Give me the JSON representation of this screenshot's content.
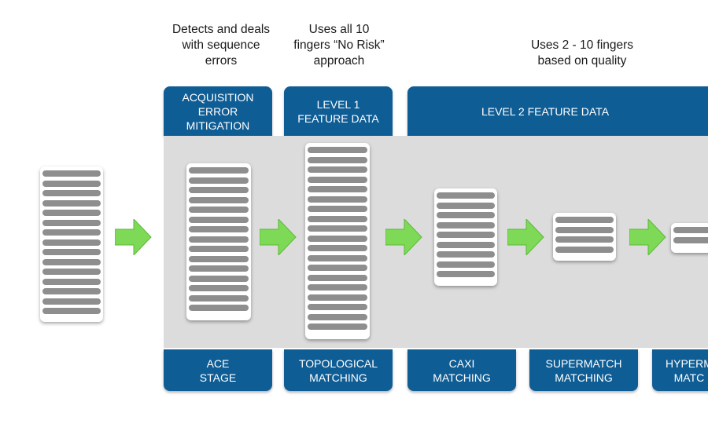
{
  "notes": {
    "ace": "Detects and deals\nwith sequence\nerrors",
    "level1": "Uses all 10\nfingers “No Risk”\napproach",
    "level2": "Uses 2 - 10 fingers\nbased on quality"
  },
  "headers": {
    "ace": "ACQUISITION\nERROR\nMITIGATION",
    "level1": "LEVEL 1\nFEATURE DATA",
    "level2": "LEVEL 2 FEATURE DATA"
  },
  "stages": [
    {
      "label": "ACE\nSTAGE"
    },
    {
      "label": "TOPOLOGICAL\nMATCHING"
    },
    {
      "label": "CAXI\nMATCHING"
    },
    {
      "label": "SUPERMATCH\nMATCHING"
    },
    {
      "label": "HYPERM\nMATC"
    }
  ],
  "colors": {
    "header_blue": "#0f5d95",
    "arrow_green": "#7ed957",
    "panel_gray": "#dcdcdc",
    "disk_gray": "#8e8e8e"
  }
}
